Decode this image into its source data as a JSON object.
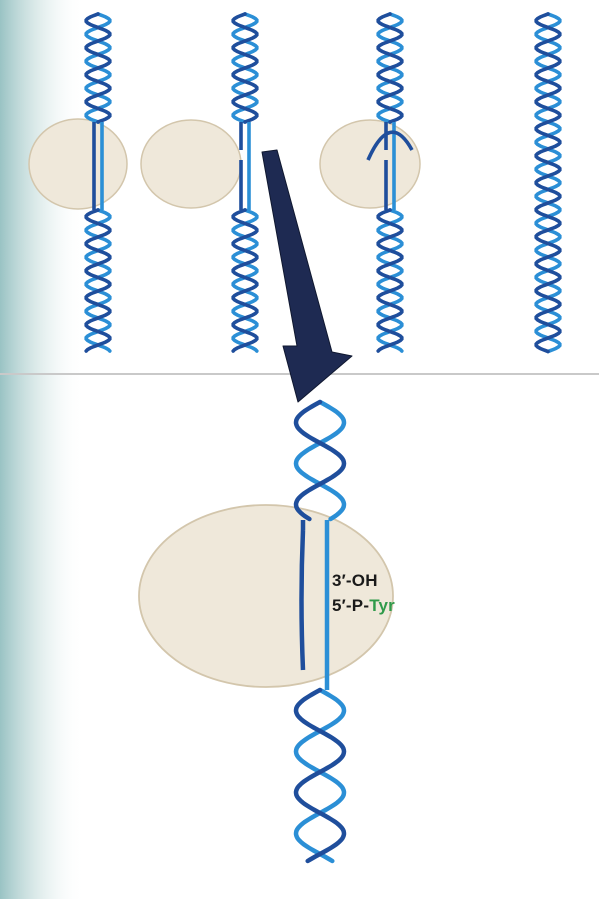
{
  "labels": {
    "three_oh": "3′-OH",
    "five_p": "5′-P-",
    "tyr": "Tyr"
  },
  "colors": {
    "strand_dark": "#1f4e9c",
    "strand_light": "#2b8fd6",
    "enzyme_fill": "#efe8da",
    "enzyme_stroke": "#d3c6ac",
    "arrow": "#1e2a52",
    "tyr_label": "#2f9a4a",
    "left_gradient": "#8ebcbd",
    "divider": "#c9c9c9"
  },
  "panels": {
    "top": [
      {
        "stage": "dna-with-bound-enzyme",
        "enzyme": true,
        "cut": false
      },
      {
        "stage": "dna-cleaved-by-enzyme",
        "enzyme": true,
        "cut": true
      },
      {
        "stage": "strand-passing",
        "enzyme": true,
        "cut": true
      },
      {
        "stage": "dna-released",
        "enzyme": false,
        "cut": false
      }
    ],
    "zoom": {
      "stage": "cleavage-detail",
      "enzyme": true,
      "cut": true
    }
  }
}
